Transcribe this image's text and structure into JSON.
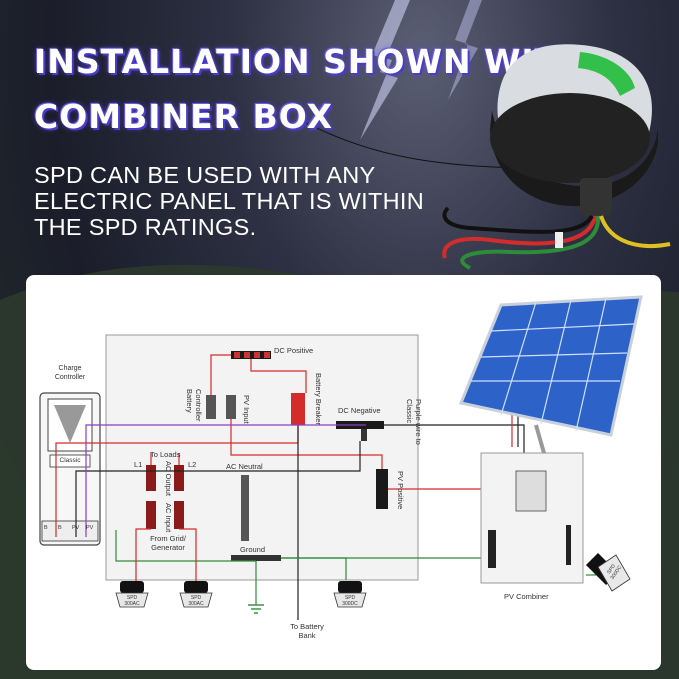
{
  "headline": {
    "line1": "INSTALLATION SHOWN WITH",
    "line2": "COMBINER BOX"
  },
  "subtext": {
    "line1": "SPD CAN BE USED WITH ANY",
    "line2": "ELECTRIC PANEL THAT IS WITHIN",
    "line3": "THE SPD RATINGS."
  },
  "diagram": {
    "charge_controller": {
      "line1": "Charge",
      "line2": "Controller",
      "screen": "Classic"
    },
    "dc_positive": "DC Positive",
    "dc_negative": "DC Negative",
    "controller_battery": {
      "line1": "Controller",
      "line2": "Battery"
    },
    "pv_input": "PV Input",
    "battery_breaker": "Battery Breaker",
    "purple_wire": {
      "line1": "Purple wire to",
      "line2": "Classic"
    },
    "to_loads": "To Loads",
    "l1": "L1",
    "l2": "L2",
    "ac_output": "AC Output",
    "ac_neutral": "AC Neutral",
    "ac_input": "AC Input",
    "from_grid": {
      "line1": "From Grid/",
      "line2": "Generator"
    },
    "ground": "Ground",
    "pv_positive": "PV Positive",
    "to_battery_bank": {
      "line1": "To Battery",
      "line2": "Bank"
    },
    "pv_combiner": "PV Combiner",
    "terminals": [
      "B",
      "B",
      "PV",
      "PV"
    ],
    "spd_units": [
      {
        "name": "SPD",
        "rating": "300AC"
      },
      {
        "name": "SPD",
        "rating": "300AC"
      },
      {
        "name": "SPD",
        "rating": "300DC"
      },
      {
        "name": "SPD",
        "rating": "300DC"
      }
    ]
  },
  "colors": {
    "title_glow": "#4a3cc8",
    "card": "#ffffff",
    "wire_red": "#d42b2b",
    "wire_green": "#2e8b3a",
    "wire_black": "#222222",
    "panel_blue": "#2d63c8"
  },
  "icons": [
    "lightning-bolt",
    "spd-surge-protector",
    "solar-panel",
    "charge-controller",
    "ground-symbol"
  ]
}
